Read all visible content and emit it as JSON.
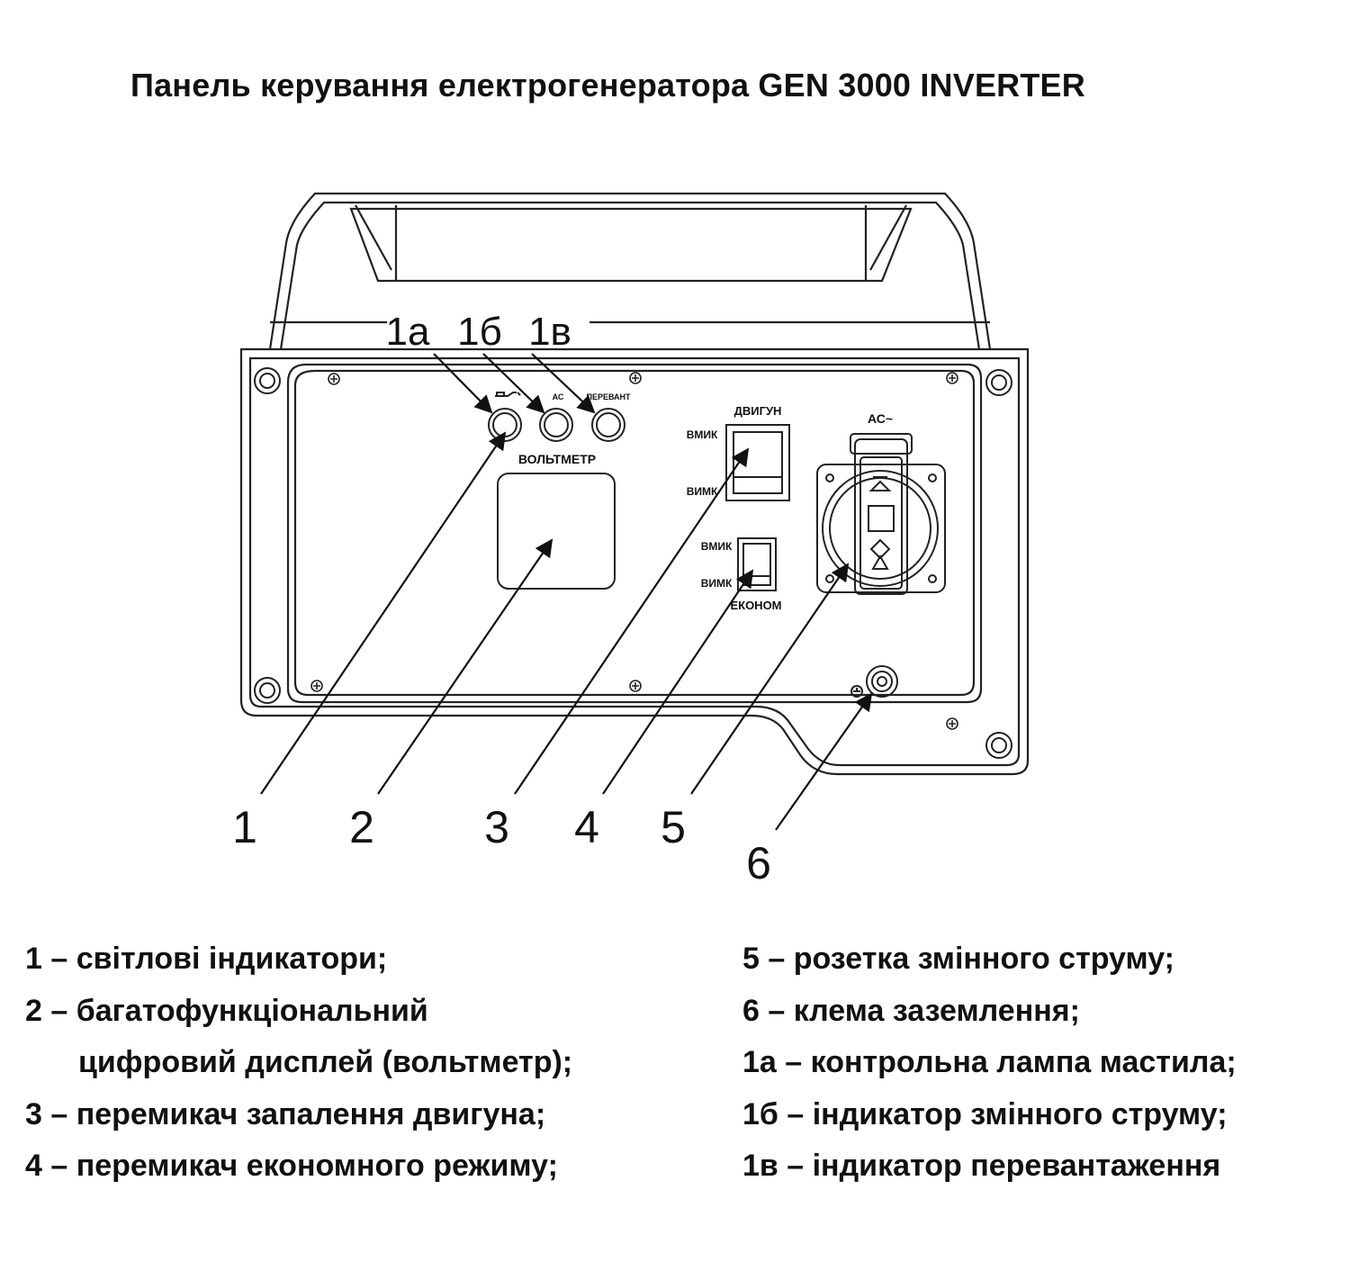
{
  "title": "Панель керування електрогенератора GEN 3000 INVERTER",
  "panel": {
    "label_ac_indicator": "АС",
    "label_overload": "ПЕРЕВАНТ",
    "label_voltmeter": "ВОЛЬТМЕТР",
    "label_engine": "ДВИГУН",
    "label_on": "ВМИК",
    "label_off": "ВИМК",
    "label_econ": "ЕКОНОМ",
    "label_socket": "АС~"
  },
  "callouts": {
    "c1a": "1а",
    "c1b": "1б",
    "c1c": "1в",
    "c1": "1",
    "c2": "2",
    "c3": "3",
    "c4": "4",
    "c5": "5",
    "c6": "6"
  },
  "legend": {
    "left": [
      "1 – світлові індикатори;",
      "2 – багатофункціональний",
      "цифровий дисплей (вольтметр);",
      "3 – перемикач запалення двигуна;",
      "4 – перемикач економного режиму;"
    ],
    "right": [
      "5 – розетка змінного струму;",
      "6 – клема заземлення;",
      "1а – контрольна лампа мастила;",
      "1б – індикатор змінного струму;",
      "1в – індикатор перевантаження"
    ]
  }
}
